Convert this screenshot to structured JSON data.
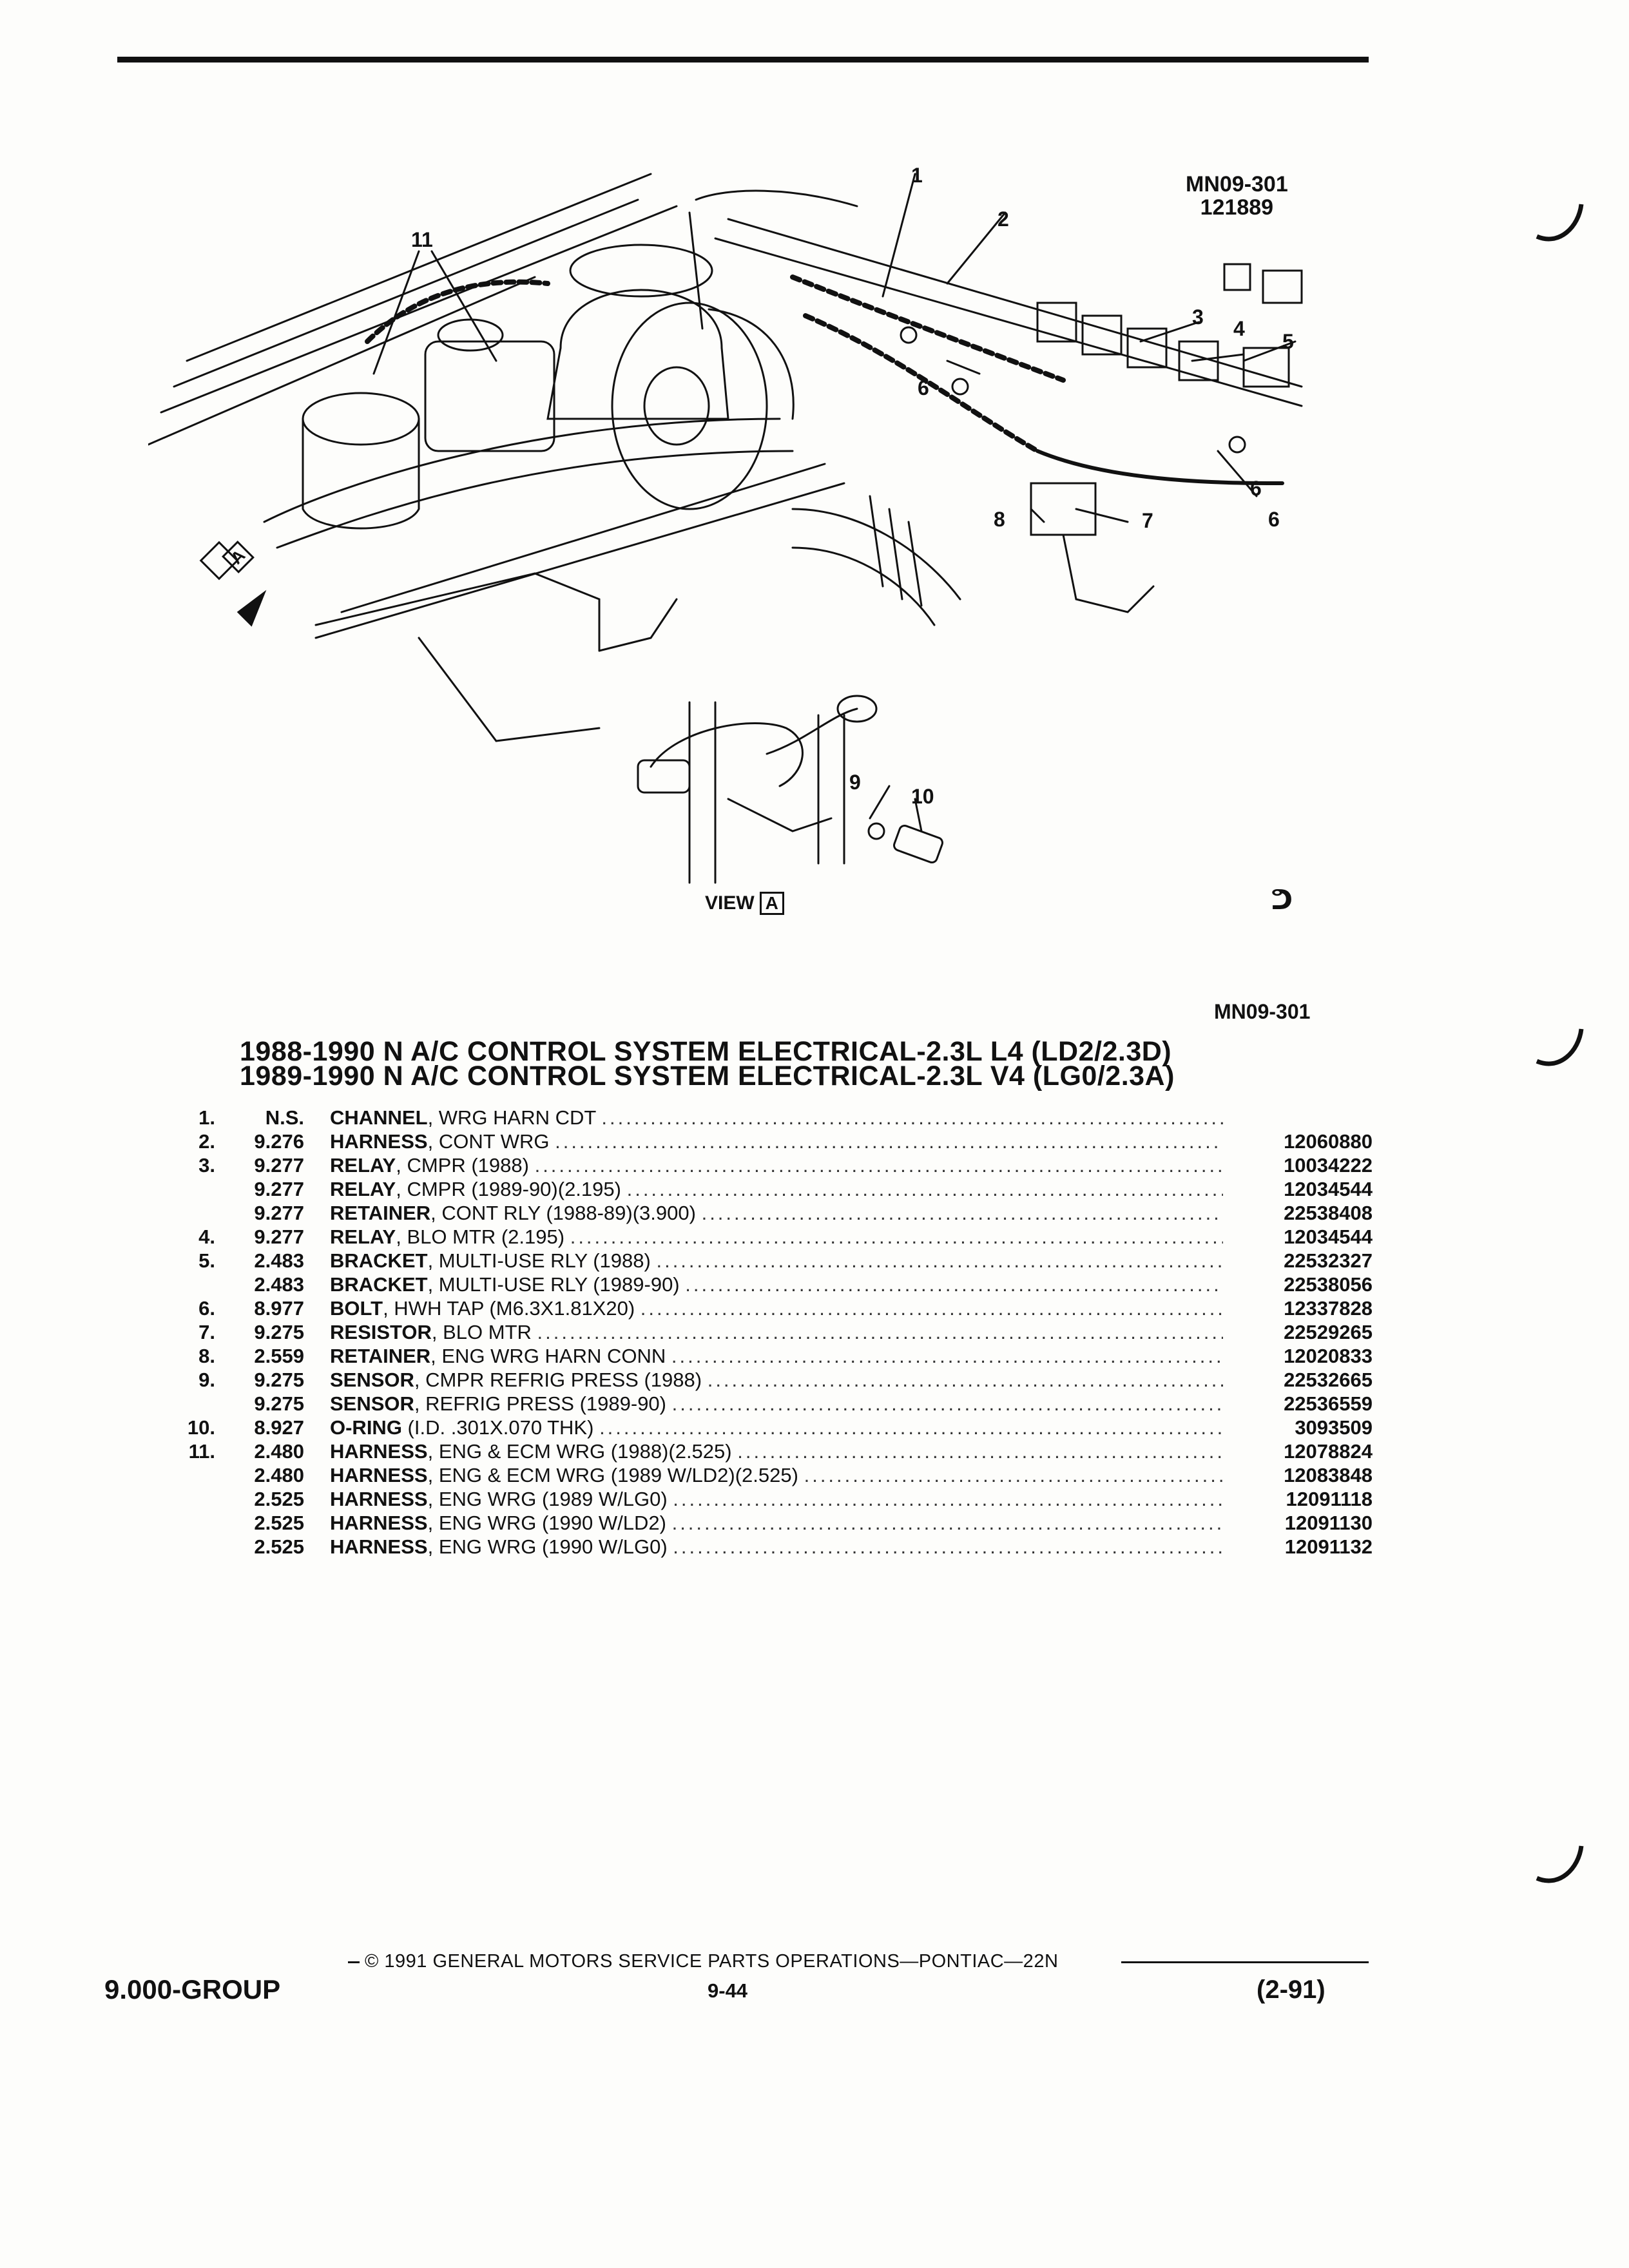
{
  "figure": {
    "code": "MN09-301",
    "date_code": "121889",
    "bottom_code": "MN09-301",
    "view_label": "VIEW",
    "view_letter": "A",
    "arrow_letter": "A",
    "callouts": [
      "1",
      "2",
      "3",
      "4",
      "5",
      "6",
      "6",
      "6",
      "7",
      "8",
      "9",
      "10",
      "11"
    ]
  },
  "title": {
    "line1": "1988-1990 N A/C CONTROL SYSTEM ELECTRICAL-2.3L L4 (LD2/2.3D)",
    "line2": "1989-1990 N A/C CONTROL SYSTEM ELECTRICAL-2.3L V4 (LG0/2.3A)"
  },
  "parts": [
    {
      "idx": "1.",
      "grp": "N.S.",
      "name": "CHANNEL",
      "detail": ", WRG HARN CDT",
      "pn": ""
    },
    {
      "idx": "2.",
      "grp": "9.276",
      "name": "HARNESS",
      "detail": ", CONT WRG",
      "pn": "12060880"
    },
    {
      "idx": "3.",
      "grp": "9.277",
      "name": "RELAY",
      "detail": ", CMPR (1988)",
      "pn": "10034222"
    },
    {
      "idx": "",
      "grp": "9.277",
      "name": "RELAY",
      "detail": ", CMPR (1989-90)(2.195)",
      "pn": "12034544"
    },
    {
      "idx": "",
      "grp": "9.277",
      "name": "RETAINER",
      "detail": ", CONT RLY (1988-89)(3.900)",
      "pn": "22538408"
    },
    {
      "idx": "4.",
      "grp": "9.277",
      "name": "RELAY",
      "detail": ", BLO MTR (2.195)",
      "pn": "12034544"
    },
    {
      "idx": "5.",
      "grp": "2.483",
      "name": "BRACKET",
      "detail": ", MULTI-USE RLY (1988)",
      "pn": "22532327"
    },
    {
      "idx": "",
      "grp": "2.483",
      "name": "BRACKET",
      "detail": ", MULTI-USE RLY (1989-90)",
      "pn": "22538056"
    },
    {
      "idx": "6.",
      "grp": "8.977",
      "name": "BOLT",
      "detail": ", HWH TAP (M6.3X1.81X20)",
      "pn": "12337828"
    },
    {
      "idx": "7.",
      "grp": "9.275",
      "name": "RESISTOR",
      "detail": ", BLO MTR",
      "pn": "22529265"
    },
    {
      "idx": "8.",
      "grp": "2.559",
      "name": "RETAINER",
      "detail": ", ENG WRG HARN CONN",
      "pn": "12020833"
    },
    {
      "idx": "9.",
      "grp": "9.275",
      "name": "SENSOR",
      "detail": ", CMPR REFRIG PRESS (1988)",
      "pn": "22532665"
    },
    {
      "idx": "",
      "grp": "9.275",
      "name": "SENSOR",
      "detail": ", REFRIG PRESS (1989-90)",
      "pn": "22536559"
    },
    {
      "idx": "10.",
      "grp": "8.927",
      "name": "O-RING",
      "detail": " (I.D. .301X.070 THK)",
      "pn": "3093509"
    },
    {
      "idx": "11.",
      "grp": "2.480",
      "name": "HARNESS",
      "detail": ", ENG & ECM WRG (1988)(2.525)",
      "pn": "12078824"
    },
    {
      "idx": "",
      "grp": "2.480",
      "name": "HARNESS",
      "detail": ", ENG & ECM WRG (1989 W/LD2)(2.525)",
      "pn": "12083848"
    },
    {
      "idx": "",
      "grp": "2.525",
      "name": "HARNESS",
      "detail": ", ENG WRG (1989 W/LG0)",
      "pn": "12091118"
    },
    {
      "idx": "",
      "grp": "2.525",
      "name": "HARNESS",
      "detail": ", ENG WRG (1990 W/LD2)",
      "pn": "12091130"
    },
    {
      "idx": "",
      "grp": "2.525",
      "name": "HARNESS",
      "detail": ", ENG WRG (1990 W/LG0)",
      "pn": "12091132"
    }
  ],
  "footer": {
    "copyright": "© 1991 GENERAL MOTORS SERVICE PARTS OPERATIONS—PONTIAC—22N",
    "group": "9.000-GROUP",
    "page": "9-44",
    "date": "(2-91)"
  }
}
